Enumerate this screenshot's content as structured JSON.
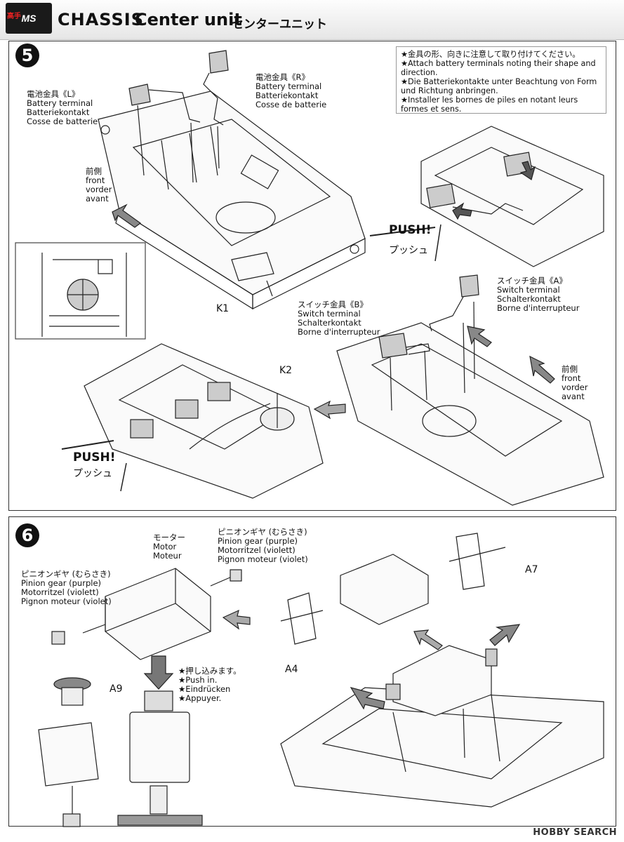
{
  "header": {
    "logo_text": "MS",
    "logo_overlay": "高手",
    "series": "CHASSIS",
    "title_en": "Center unit",
    "title_jp": "センターユニット"
  },
  "step5": {
    "number": "5",
    "battery_terminal_L": [
      "電池金具《L》",
      "Battery terminal",
      "Batteriekontakt",
      "Cosse de batterie"
    ],
    "battery_terminal_R": [
      "電池金具《R》",
      "Battery terminal",
      "Batteriekontakt",
      "Cosse de batterie"
    ],
    "note": [
      "★金具の形、向きに注意して取り付けてください。",
      "★Attach battery terminals noting their shape and",
      "direction.",
      "★Die Batteriekontakte unter Beachtung von Form",
      "und Richtung anbringen.",
      "★Installer les bornes de piles en notant leurs",
      "formes et sens."
    ],
    "front_1": [
      "前側",
      "front",
      "vorder",
      "avant"
    ],
    "front_2": [
      "前側",
      "front",
      "vorder",
      "avant"
    ],
    "part_K1": "K1",
    "part_K2": "K2",
    "push_1": "PUSH!",
    "push_1_jp": "プッシュ",
    "push_2": "PUSH!",
    "push_2_jp": "プッシュ",
    "switch_terminal_A": [
      "スイッチ金具《A》",
      "Switch terminal",
      "Schalterkontakt",
      "Borne d'interrupteur"
    ],
    "switch_terminal_B": [
      "スイッチ金具《B》",
      "Switch terminal",
      "Schalterkontakt",
      "Borne d'interrupteur"
    ]
  },
  "step6": {
    "number": "6",
    "motor": [
      "モーター",
      "Motor",
      "Moteur"
    ],
    "pinion_1": [
      "ピニオンギヤ (むらさき)",
      "Pinion gear (purple)",
      "Motorritzel (violett)",
      "Pignon moteur (violet)"
    ],
    "pinion_2": [
      "ピニオンギヤ (むらさき)",
      "Pinion gear (purple)",
      "Motorritzel (violett)",
      "Pignon moteur (violet)"
    ],
    "push_in": [
      "★押し込みます。",
      "★Push in.",
      "★Eindrücken",
      "★Appuyer."
    ],
    "part_A4": "A4",
    "part_A7": "A7",
    "part_A9": "A9"
  },
  "footer": {
    "watermark": "HOBBY SEARCH"
  }
}
